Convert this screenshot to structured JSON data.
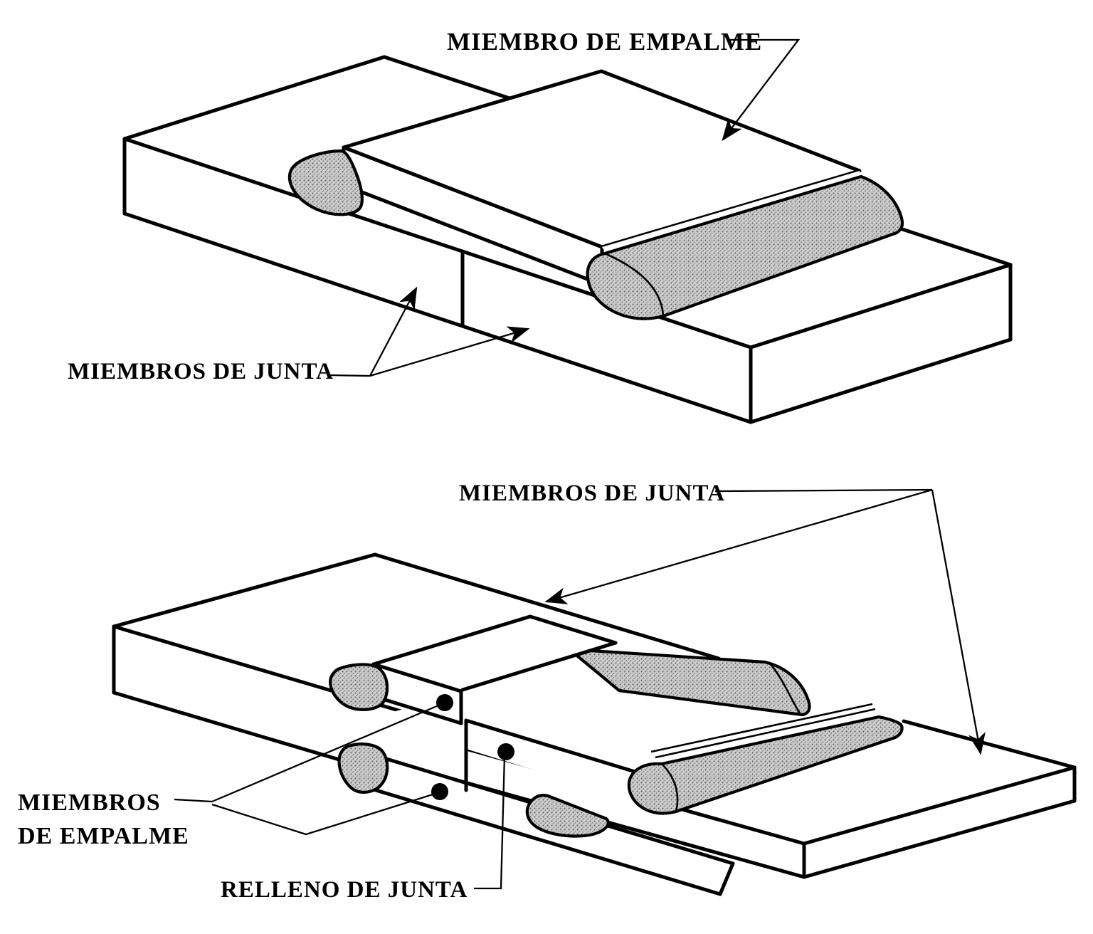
{
  "page": {
    "background_color": "#ffffff",
    "line_color": "#000000",
    "weld_fill_color": "#cdcdcd"
  },
  "figure_top": {
    "name": "single-spliced-joint",
    "splice_member_label": "MIEMBRO DE EMPALME",
    "joint_members_label": "MIEMBROS DE JUNTA"
  },
  "figure_bottom": {
    "name": "double-spliced-joint-with-filler",
    "joint_members_label": "MIEMBROS DE JUNTA",
    "splice_members_label_line1": "MIEMBROS",
    "splice_members_label_line2": "DE EMPALME",
    "joint_filler_label": "RELLENO DE JUNTA"
  }
}
